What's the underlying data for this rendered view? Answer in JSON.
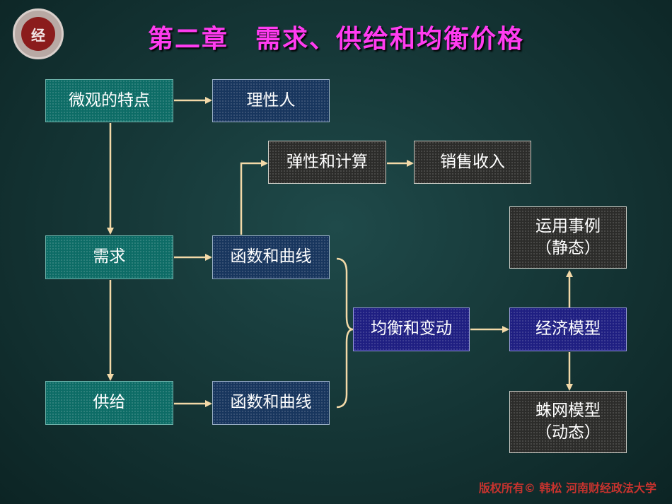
{
  "header": {
    "title": "第二章　需求、供给和均衡价格"
  },
  "logo": {
    "glyph": "经"
  },
  "diagram": {
    "nodes": {
      "micro_features": "微观的特点",
      "rational_person": "理性人",
      "elasticity_calc": "弹性和计算",
      "sales_revenue": "销售收入",
      "demand": "需求",
      "demand_function": "函数和曲线",
      "supply": "供给",
      "supply_function": "函数和曲线",
      "equilibrium": "均衡和变动",
      "economic_model": "经济模型",
      "applied_cases_l1": "运用事例",
      "applied_cases_l2": "（静态）",
      "cobweb_l1": "蛛网模型",
      "cobweb_l2": "（动态）"
    }
  },
  "footer": {
    "copyright": "版权所有© 韩松 河南财经政法大学"
  },
  "colors": {
    "title": "#ff3cf0",
    "arrow": "#f3d9a8",
    "teal_box": "#0d6c66",
    "navy_box": "#18365e",
    "dark_box": "#2c2c2a",
    "blue_box": "#1f1f82",
    "footer": "#c8332e"
  }
}
